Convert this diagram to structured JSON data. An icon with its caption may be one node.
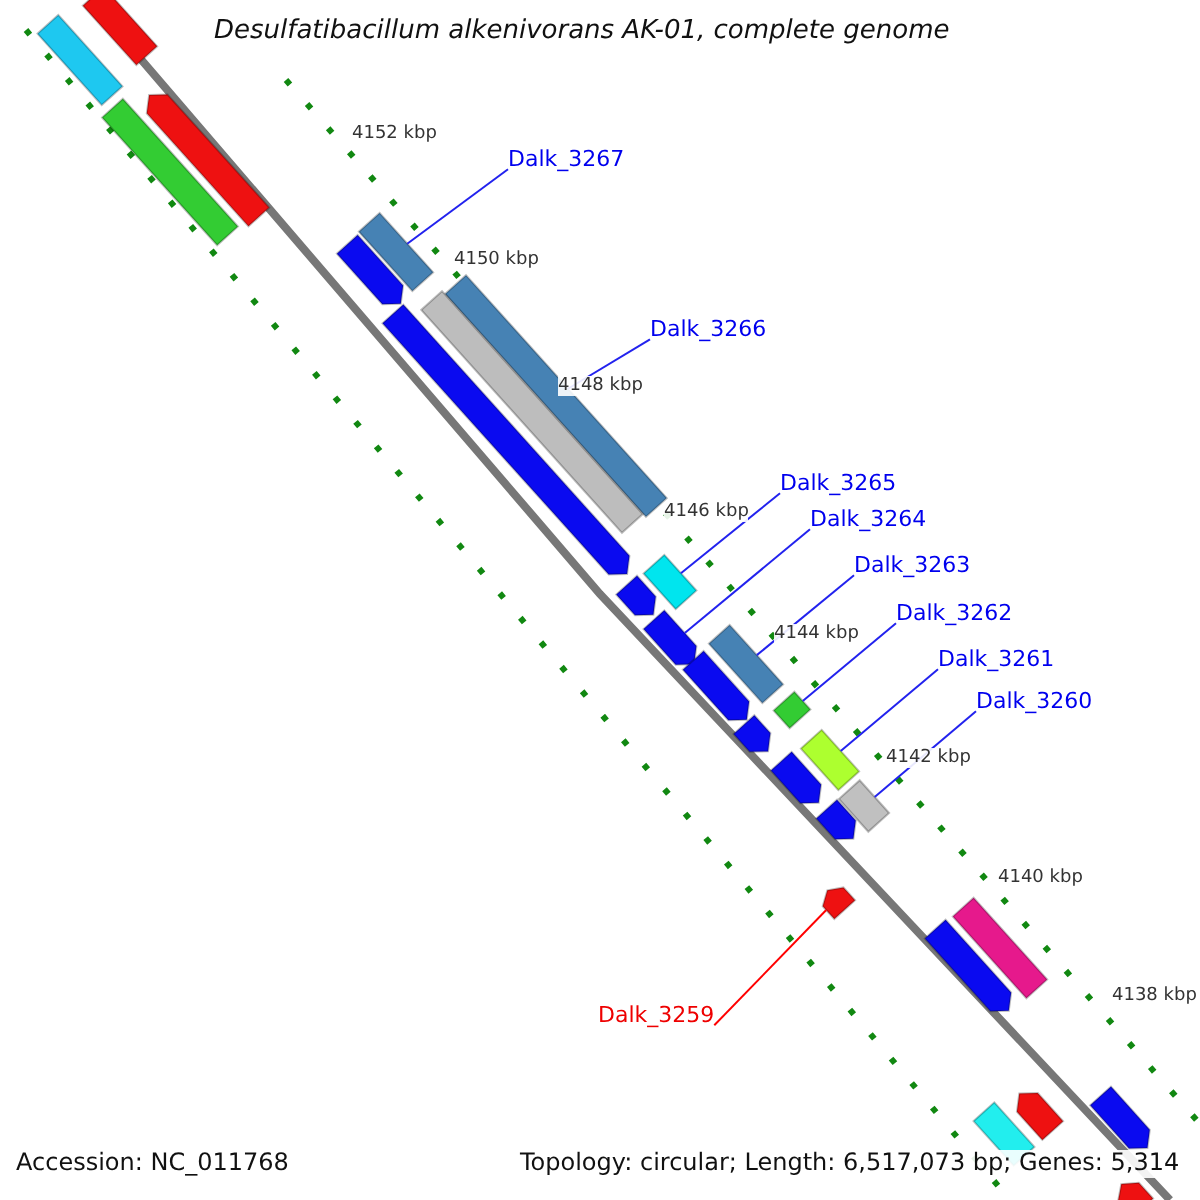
{
  "diagram": {
    "title": "Desulfatibacillum alkenivorans AK-01, complete genome",
    "nodes": [
      {
        "text": [
          "Dalk_3267"
        ]
      },
      {
        "text": [],
        "shape": "bar"
      },
      {
        "text": [
          "Dalk_3266"
        ]
      },
      {
        "text": [],
        "shape": "bar"
      },
      {
        "text": [
          "Dalk_3265"
        ]
      },
      {
        "text": [],
        "shape": "bar"
      },
      {
        "text": [
          "Dalk_3264"
        ]
      },
      {
        "text": [],
        "shape": "bar"
      },
      {
        "text": [
          "Dalk_3263"
        ]
      },
      {
        "text": [],
        "shape": "bar"
      },
      {
        "text": [
          "Dalk_3262"
        ]
      },
      {
        "text": [],
        "shape": "bar"
      },
      {
        "text": [
          "Dalk_3261"
        ]
      },
      {
        "text": [],
        "shape": "bar"
      },
      {
        "text": [
          "Dalk_3260"
        ]
      },
      {
        "text": [],
        "shape": "bar"
      },
      {
        "text": [
          "Dalk_3259"
        ]
      },
      {
        "text": [],
        "shape": "bar"
      },
      {
        "text": [],
        "shape": "bar"
      },
      {
        "text": [],
        "shape": "bar"
      },
      {
        "text": [],
        "shape": "bar"
      },
      {
        "text": [],
        "shape": "bar"
      },
      {
        "text": [],
        "shape": "bar"
      },
      {
        "text": [],
        "shape": "bar"
      },
      {
        "text": [],
        "shape": "bar"
      },
      {
        "text": [],
        "shape": "bar"
      },
      {
        "text": [],
        "shape": "bar"
      },
      {
        "text": [],
        "shape": "bar"
      },
      {
        "text": [],
        "shape": "bar"
      },
      {
        "text": [],
        "shape": "bar"
      },
      {
        "text": [],
        "shape": "bar"
      },
      {
        "text": [],
        "shape": "bar"
      },
      {
        "text": [],
        "shape": "bar"
      },
      {
        "text": [],
        "shape": "bar"
      },
      {
        "text": [],
        "shape": "bar"
      },
      {
        "text": [],
        "shape": "bar"
      }
    ],
    "edges": [
      {
        "from": 0,
        "to": 1,
        "arrow": "none"
      },
      {
        "from": 2,
        "to": 3,
        "arrow": "none"
      },
      {
        "from": 4,
        "to": 5,
        "arrow": "none"
      },
      {
        "from": 6,
        "to": 7,
        "arrow": "none"
      },
      {
        "from": 8,
        "to": 9,
        "arrow": "none"
      },
      {
        "from": 10,
        "to": 11,
        "arrow": "none"
      },
      {
        "from": 12,
        "to": 13,
        "arrow": "none"
      },
      {
        "from": 14,
        "to": 15,
        "arrow": "none"
      },
      {
        "from": 16,
        "to": 17,
        "arrow": "none",
        "color": "#ff0000"
      }
    ],
    "labels": [
      "4152 kbp",
      "4150 kbp",
      "4148 kbp",
      "4146 kbp",
      "4144 kbp",
      "4142 kbp",
      "4140 kbp",
      "4138 kbp",
      "Accession: NC_011768",
      "Topology: circular; Length: 6,517,073 bp; Genes: 5,314"
    ]
  }
}
